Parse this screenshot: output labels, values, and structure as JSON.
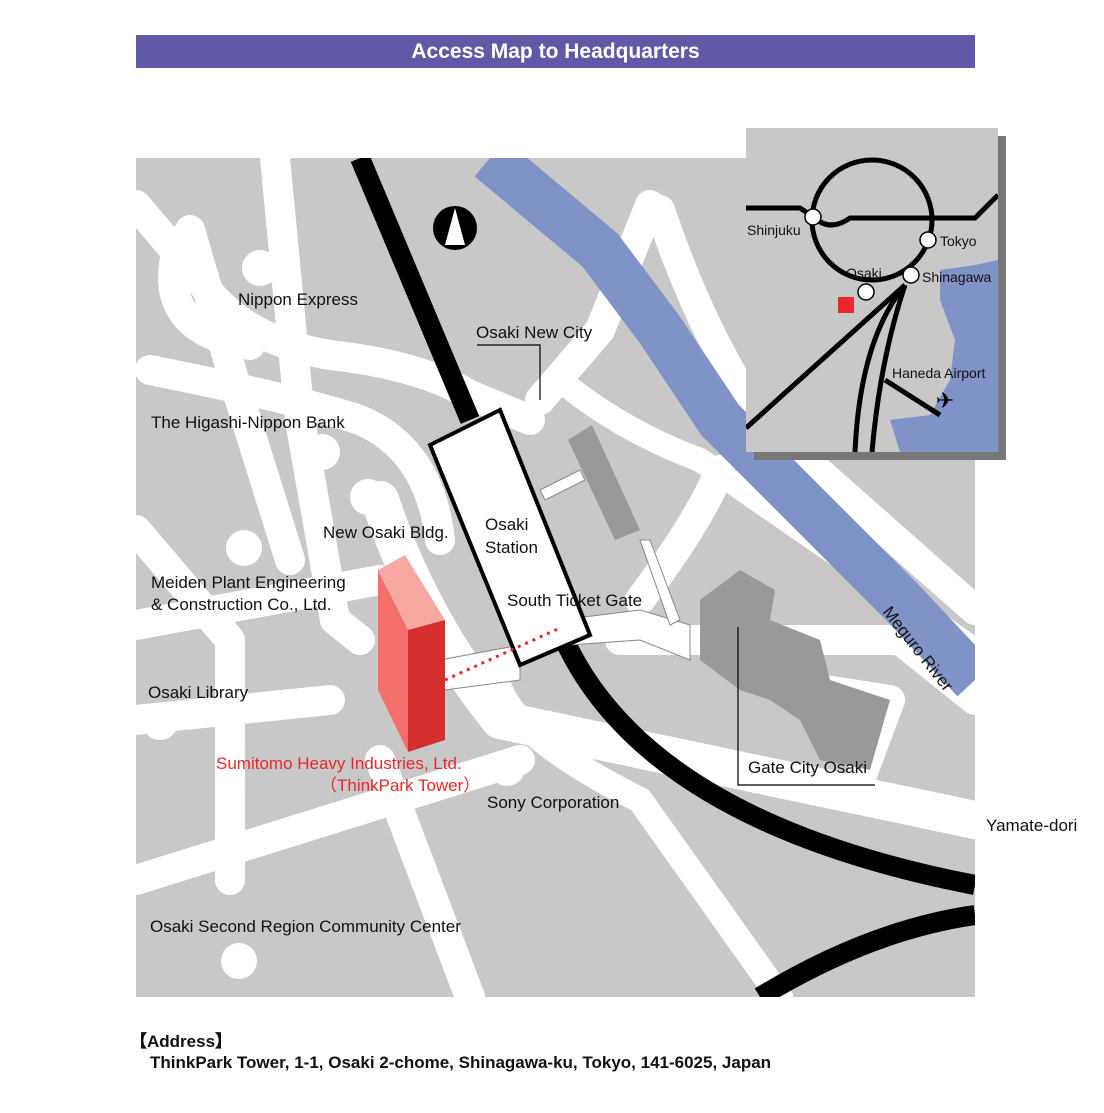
{
  "title": "Access Map to Headquarters",
  "map": {
    "labels": {
      "nippon_express": "Nippon Express",
      "osaki_new_city": "Osaki New City",
      "higashi_nippon_bank": "The Higashi-Nippon Bank",
      "new_osaki_bldg": "New Osaki Bldg.",
      "osaki_station_1": "Osaki",
      "osaki_station_2": "Station",
      "meiden_1": "Meiden Plant Engineering",
      "meiden_2": "& Construction Co., Ltd.",
      "south_ticket_gate": "South Ticket Gate",
      "meguro_river": "Meguro River",
      "osaki_library": "Osaki Library",
      "shi_1": "Sumitomo Heavy Industries, Ltd.",
      "shi_2": "（ThinkPark Tower）",
      "gate_city": "Gate City Osaki",
      "sony": "Sony Corporation",
      "yamate_dori": "Yamate-dori",
      "community_center": "Osaki Second Region Community Center"
    },
    "inset": {
      "shinjuku": "Shinjuku",
      "tokyo": "Tokyo",
      "osaki": "Osaki",
      "shinagawa": "Shinagawa",
      "haneda": "Haneda Airport"
    },
    "colors": {
      "river": "#7f93c6",
      "ground": "#c8c8c8",
      "highlight": "#e8282b",
      "title_bar": "#6059a7"
    }
  },
  "address": {
    "heading": "【Address】",
    "line": "ThinkPark Tower, 1-1, Osaki 2-chome, Shinagawa-ku, Tokyo, 141-6025, Japan"
  }
}
